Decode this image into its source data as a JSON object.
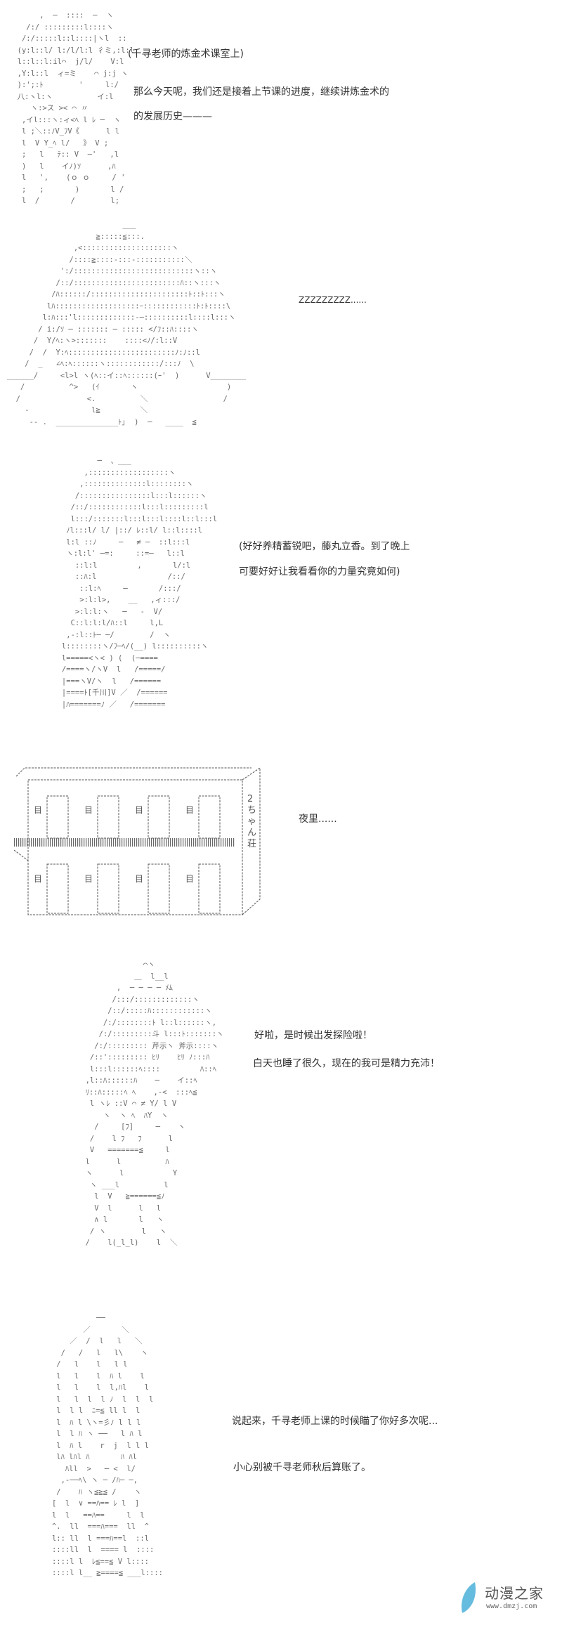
{
  "panels": [
    {
      "art": "       ,  ─  ::::  ─  ヽ\n    /:/ :::::::::l::::ヽ\n   /:/:::::l::l::::|ヽl  ::\n  (y:l::l/ l:/l/l:l 彳ミ,:l:l\n  l::l::l:il⌒  j/l/    V:l\n  ,Y:l::l  ィ=ミ    ⌒ j:j ヽ\n  ):';:ﾄ        '     l:/\n  八:ヽl:ヽ          イ:l\n     ヽ:>ス >< ⌒ 〃\n   ,イl:::ヽ:ィ<ﾍ l ﾚ ─  ヽ\n   l ;＼::ﾉV_ﾌV《      l l\n   l  V Y_ﾍ l/   》 V ;\n   ;   l   ﾃ:: V  ─'   ,l\n   )   l    イﾉ)ｿ      ,ﾊ\n   l   ',    (ｏ ｏ     / '\n   ;   ;       )       l /\n   l  /       /        l;",
      "lines": [
        "(千寻老师的炼金术课室上)",
        "那么今天呢，我们还是接着上节课的进度，继续讲炼金术的",
        "的发展历史———"
      ]
    },
    {
      "art": "                          ___\n                    ≧:::::≦:::.\n               ,<::::::::::::::::::::ヽ\n              /::::≧::::-:::-:::::::::::＼\n            ':/:::::::::::::::::::::::::::ヽ::ヽ\n           /::/::::::::::::::::::::::::ﾊ::ヽ:::ヽ\n          /ﾊ::::::/::::::::::::::::::::::ﾄ::ﾄ:::ヽ\n         lﾊ:::::::::::::::::::ｰ::::::::::::ﾄ:ﾄ::::\\\n        l:ﾊ:::'l:::::::::::::-─::::::::::l::::l:::ヽ\n       / i:/ｿ ─ ::::::: ─ ::::: </ﾌ::ﾊ::::ヽ\n      /  Y/ﾍ:ヽ>:::::::    ::::<ﾉ/:l::V\n     /  /  Y:ﾍ::::::::::::::::::::::::ﾉ:ﾉ::l\n    /  _   ∠ﾍ:ﾍ::::::ヽ::::::::::::/:::ﾉ  \\\n______/     <l>l ヽ(ﾍ::イ::ﾍ::::::(ｰ'  )      V________\n   /          ^>   (ｲ       ヽ                    )\n  /               <.          ＼                 /\n    -              l≧         ＼\n     -- .  ______________ﾄ｣  )  ─   ____  ≦",
      "lines": [
        "ZZZZZZZZZ......"
      ]
    },
    {
      "art": "              ─  、___\n           ,::::::::::::::::::ヽ\n          ,::::::::::::::l::::::::ヽ\n         /::::::::::::::::l:::l::::::ヽ\n        /::/::::::::::::l:::l:::::::::l\n        l:::/:::::::l:::l:::l::::l::l:::l\n       ﾉl:::l/ l/ |::/ ﾚ::l/ l::l::::l\n       l:l ::ﾉ     ─   ≠ ─  ::l:::l\n       ヽ:l:l' ─=:     ::=─   l::l\n         ::l:l         ,       l/:l\n         ::ﾊ:l                /::/\n          ::l:ﾍ     ─       /:::/\n          >:l:l>,    __   ,ィ:::/\n         >:l:l:ヽ   ─   -  V/\n        C::l:l:l/ﾊ::l     l,L\n       ,-:l::ﾄ─ ─/        /  ヽ\n      l::::::::ヽ/ﾌ─ﾍ/(__) l::::::::::ヽ\n      l=====<ヽ< ) (  (─====\n      /====ヽ/ヽV  l   /=====/\n      |===ヽV/ヽ  l   /======\n      |====ﾄ[千川]V ／  /======\n      |ﾊ=======ﾉ ／   /=======",
      "lines": [
        "(好好养精蓄锐吧，藤丸立香。到了晚上",
        "可要好好让我看看你的力量究竟如何)"
      ]
    },
    {
      "building_sign": "2ちゃん荘",
      "lines": [
        "夜里......"
      ]
    },
    {
      "art": "                  ⌒ヽ\n                ＿  l__l\n            ,  ─ ─ ─ ─ ﾒﾑ\n           /:::/:::::::::::::ヽ\n          /::/:::::ﾊ::::::::::::ヽ\n         /:/::::::::ﾄ l::l::::::ヽ,\n        /:/:::::::::斗 l:::ﾄ:::::::ヽ\n       /:/::::::::: 芹示ヽ 斧示::::ヽ\n      /::'::::::::: ﾋﾘ    ﾋﾘ ﾉ:::ﾊ\n      l:::l::::::ﾍ::::         ﾊ::ﾍ\n     ,l::ﾊ::::::ﾊ    ─    イ::ﾍ\n     ﾘ::ﾊ:::::ﾍ ﾍ    ,-<  :::ﾍ≦\n      l ヽﾚ ::V ⌒ ≠ Y/ l V\n         ヽ  ヽ ﾍ  ﾊY  ヽ\n       /     [ﾌ]     ─    ヽ\n      /    l ﾌ   ﾌ      l\n      V   =======≦     l\n     l      l          ﾊ\n     ヽ      l           Y\n      ヽ ___l          l\n       l  V   ≧======≦ﾉ\n       V  l      l   l\n       ∧ l       l   ヽ\n      / ヽ        l   ヽ\n     /    l(_l_l)    l  ＼",
      "lines": [
        "好啦，是时候出发探险啦！",
        "白天也睡了很久，现在的我可是精力充沛！"
      ]
    },
    {
      "art": "             ──\n          ／       ＼\n       ／  /  l   l   ＼\n     /   /   l   l\\    ヽ\n    /   l    l   l l\n    l   l    l  ﾊ l    l\n    l   l    l  l,ﾊl    l\n    l   l  l  l ﾉ  l  l  l\n    l  l l  ﾆ=≦ ll l  l\n    l  ﾊ l \\ヽ=彡ﾉ l l l\n    l  l ﾊ ヽ ──   l ﾊ l\n    l  ﾊ l    r  j  l l l\n    lﾊ lﾊl ﾊ       ﾊ ﾊl\n      ﾊll  >   ─ <  l/\n     ,-──ﾍ\\ ヽ ─ /ﾊ─ ─,\n    /    ﾊ ヽ≦≧≦ /    ヽ\n   [  l  ∨ ==ﾊ== ﾚ l  ]\n   l  l   ==ﾊ==     l  l\n   ^.  ll  ===ﾊ===  ll  ^\n   l:: ll  l ===ﾊ==l  ::l\n   ::::ll  l  ==== l  ::::\n   ::::l l  ﾚ≦==≦ V l::::\n   ::::l l__ ≧====≦ ___l::::",
      "lines": [
        "说起来，千寻老师上课的时候瞄了你好多次呢...",
        "小心别被千寻老师秋后算账了。"
      ]
    }
  ],
  "watermark": {
    "brand": "动漫之家",
    "url": "www.dmzj.com",
    "color": "#4bb0d8"
  }
}
